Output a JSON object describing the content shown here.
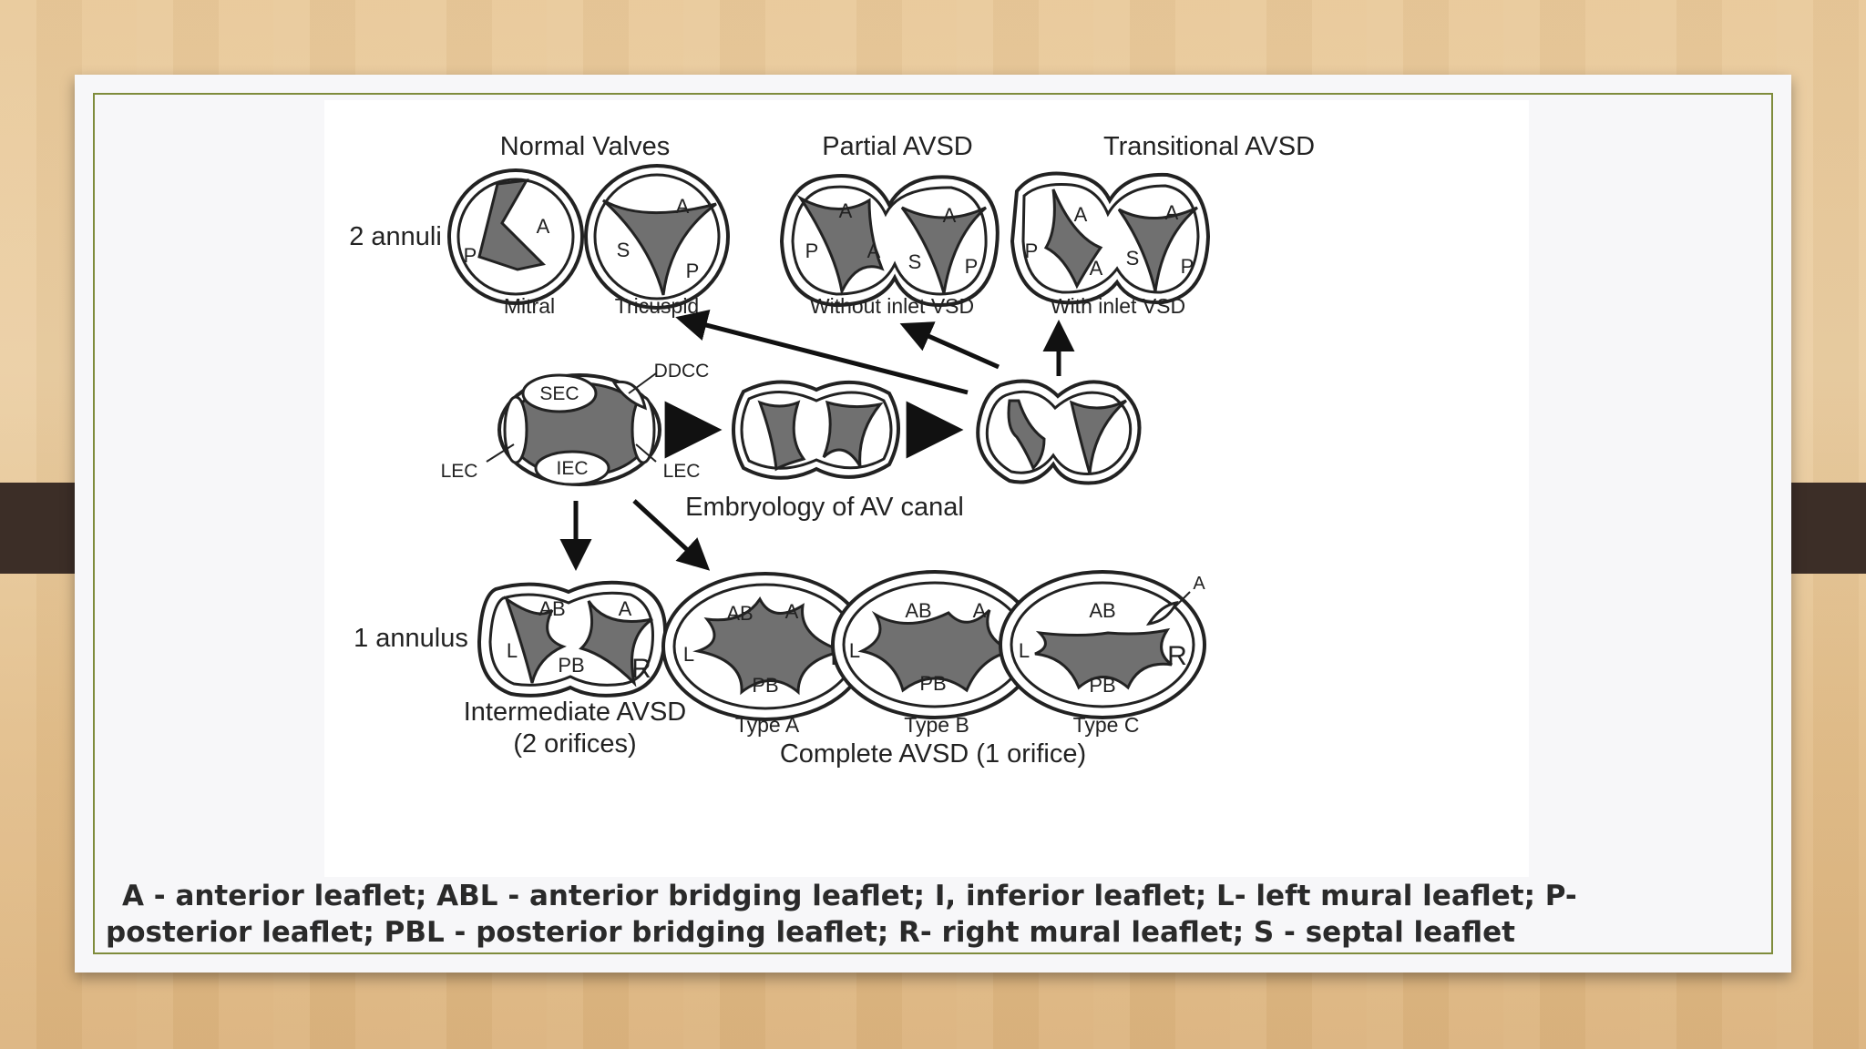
{
  "diagram": {
    "headers": {
      "normal": "Normal Valves",
      "partial": "Partial AVSD",
      "transitional": "Transitional AVSD"
    },
    "row_labels": {
      "two_annuli": "2 annuli",
      "one_annulus": "1 annulus"
    },
    "sublabels": {
      "mitral": "Mitral",
      "tricuspid": "Tricuspid",
      "without_inlet": "Without inlet VSD",
      "with_inlet": "With inlet VSD"
    },
    "leaflets": {
      "A": "A",
      "P": "P",
      "S": "S",
      "AB": "AB",
      "PB": "PB",
      "L": "L",
      "R": "R"
    },
    "embryology": {
      "sec": "SEC",
      "iec": "IEC",
      "lec": "LEC",
      "ddcc": "DDCC",
      "title": "Embryology of AV canal"
    },
    "bottom": {
      "intermediate_line1": "Intermediate AVSD",
      "intermediate_line2": "(2 orifices)",
      "type_a": "Type A",
      "type_b": "Type B",
      "type_c": "Type C",
      "complete": "Complete AVSD (1 orifice)"
    },
    "fill_color": "#707070"
  },
  "caption": {
    "line1": "A - anterior leaflet; ABL - anterior bridging leaflet; I, inferior leaflet; L- left mural leaflet; P-",
    "line2": "posterior leaflet; PBL - posterior bridging leaflet; R- right mural leaflet; S - septal leaflet"
  }
}
